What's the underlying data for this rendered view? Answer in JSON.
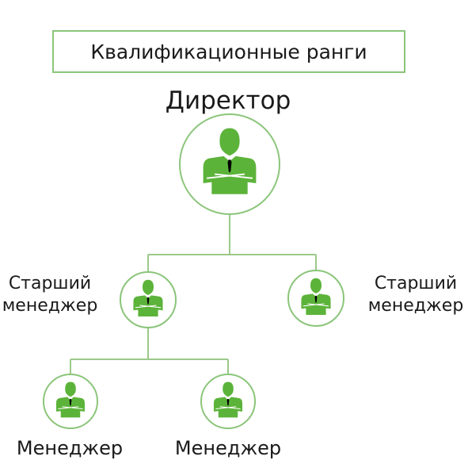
{
  "title": "Квалификационные ранги",
  "nodes": {
    "director": "Директор",
    "senior_left": [
      "Старший",
      "менеджер"
    ],
    "senior_right": [
      "Старший",
      "менеджер"
    ],
    "manager_1": "Менеджер",
    "manager_2": "Менеджер"
  },
  "icons": {
    "node_icon": "businessman-icon"
  },
  "colors": {
    "accent": "#5cb33a",
    "line": "#9bc98a",
    "border": "#8bc57a"
  }
}
